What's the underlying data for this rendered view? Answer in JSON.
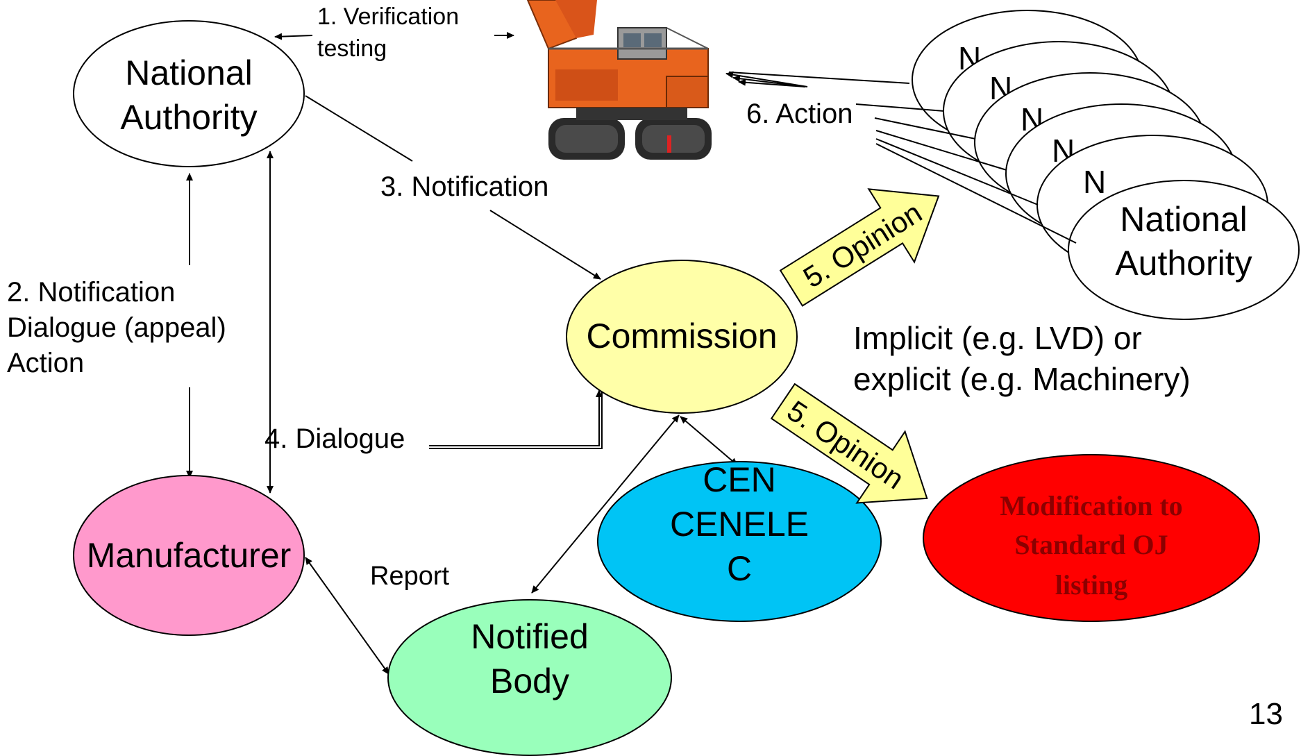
{
  "nodes": {
    "national_authority": [
      "National",
      "Authority"
    ],
    "national_authority_stack": [
      "National",
      "Authority"
    ],
    "stack_fragment": "N",
    "commission": "Commission",
    "cen_cenelec": [
      "CEN",
      "CENELE",
      "C"
    ],
    "modification": [
      "Modification to",
      "Standard OJ",
      "listing"
    ],
    "manufacturer": "Manufacturer",
    "notified_body": [
      "Notified",
      "Body"
    ]
  },
  "labels": {
    "verification": [
      "1. Verification",
      "testing"
    ],
    "notification_step2": [
      "2. Notification",
      "Dialogue (appeal)",
      "Action"
    ],
    "notification_step3": "3. Notification",
    "dialogue": "4. Dialogue",
    "opinion": "5. Opinion",
    "action": "6. Action",
    "report": "Report",
    "implicit": [
      "Implicit (e.g. LVD) or",
      "explicit (e.g. Machinery)"
    ]
  },
  "page_number": "13",
  "colors": {
    "commission": "#ffffa8",
    "cen_cenelec": "#00c4f5",
    "modification": "#ff0000",
    "modification_text": "#8b0000",
    "manufacturer": "#ff99cc",
    "notified_body": "#99ffbb",
    "opinion_arrow": "#ffff99",
    "machine": "#e8641e",
    "page_number": "#a0003c"
  }
}
